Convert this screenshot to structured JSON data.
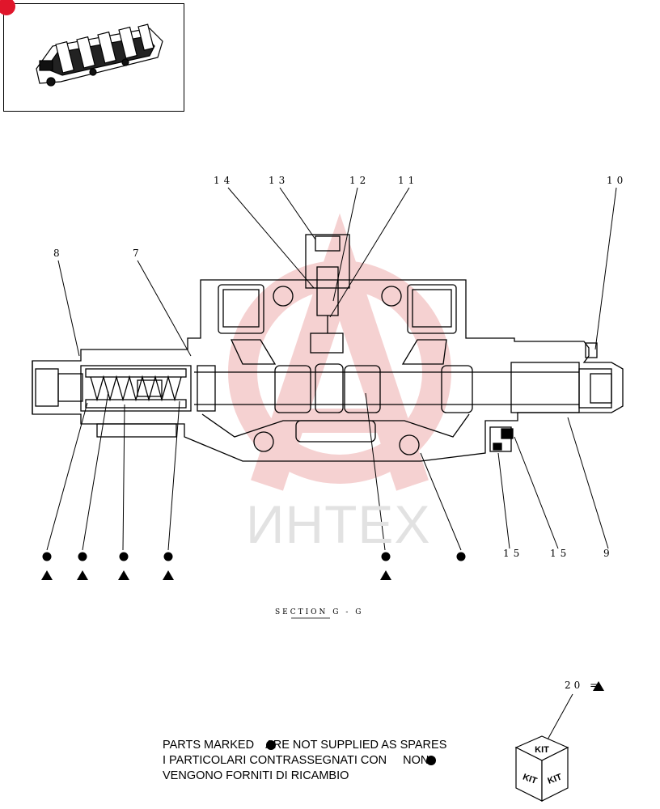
{
  "callouts": {
    "c14": "14",
    "c13": "13",
    "c12": "12",
    "c11": "11",
    "c10": "10",
    "c8": "8",
    "c7": "7",
    "c15a": "15",
    "c15b": "15",
    "c9": "9"
  },
  "section_title": "SECTION   G - G",
  "watermark": "ИНТЕХ",
  "notes": {
    "line1_a": "PARTS MARKED",
    "line1_b": "ARE NOT SUPPLIED AS SPARES",
    "line2_a": "I  PARTICOLARI  CONTRASSEGNATI  CON",
    "line2_b": "NON",
    "line3": "VENGONO FORNITI DI RICAMBIO"
  },
  "legend": {
    "text": "20 ="
  },
  "kit": {
    "top": "KIT",
    "left": "KIT",
    "right": "KIT"
  },
  "colors": {
    "line": "#000000",
    "watermark_logo": "#f4c9c9",
    "corner_dot": "#e0162b"
  }
}
